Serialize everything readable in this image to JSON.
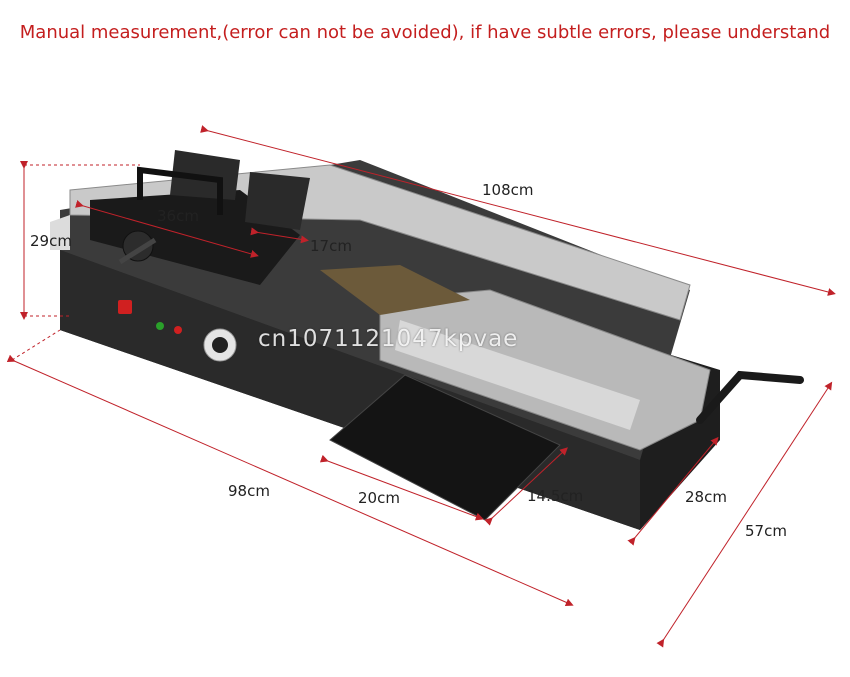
{
  "caption": "Manual measurement,(error can not be avoided), if have subtle errors, please understand",
  "dimensions": {
    "top_length": "108cm",
    "height": "29cm",
    "clamp_length": "36cm",
    "clamp_width": "17cm",
    "base_length": "98cm",
    "tray_width": "20cm",
    "tray_depth": "14.5cm",
    "side_depth": "28cm",
    "total_depth": "57cm"
  },
  "watermark": "cn1071121047kpvae",
  "colors": {
    "caption": "#c41e1e",
    "dimension_line": "#c0222a",
    "machine_body": "#222222",
    "machine_top": "#c9c9c9"
  }
}
